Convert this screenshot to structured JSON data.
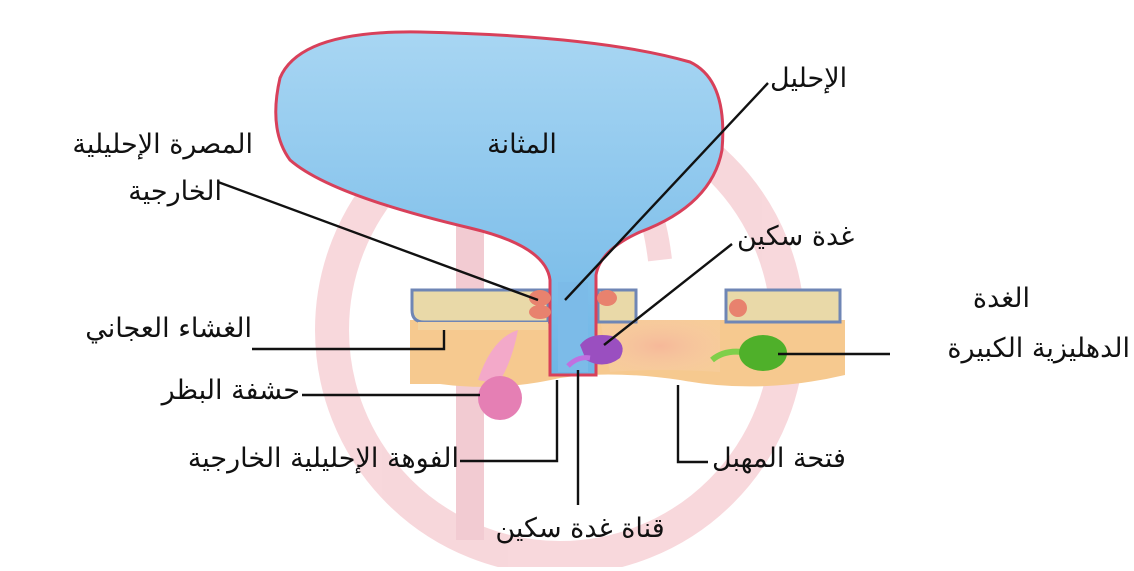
{
  "labels": {
    "bladder": "المثانة",
    "urethra": "الإحليل",
    "external_sphincter_line1": "المصرة الإحليلية",
    "external_sphincter_line2": "الخارجية",
    "skene_gland": "غدة سكين",
    "greater_vestibular_line1": "الغدة",
    "greater_vestibular_line2": "الدهليزية الكبيرة",
    "perineal_membrane": "الغشاء العجاني",
    "clitoral_bulb": "حشفة البظر",
    "external_urethral_orifice": "الفوهة الإحليلية الخارجية",
    "vaginal_orifice": "فتحة المهبل",
    "skene_duct": "قناة غدة سكين"
  },
  "colors": {
    "bladder_fill": "#8fc9ee",
    "bladder_outline": "#d8405a",
    "membrane": "#e9d9a8",
    "tissue": "#f6c98f",
    "skene_gland": "#9a4fc0",
    "vestibular_gland": "#4fb02a",
    "bulb": "#e57fb4",
    "sphincter": "#e8826e",
    "watermark": "#f2b8bf"
  }
}
